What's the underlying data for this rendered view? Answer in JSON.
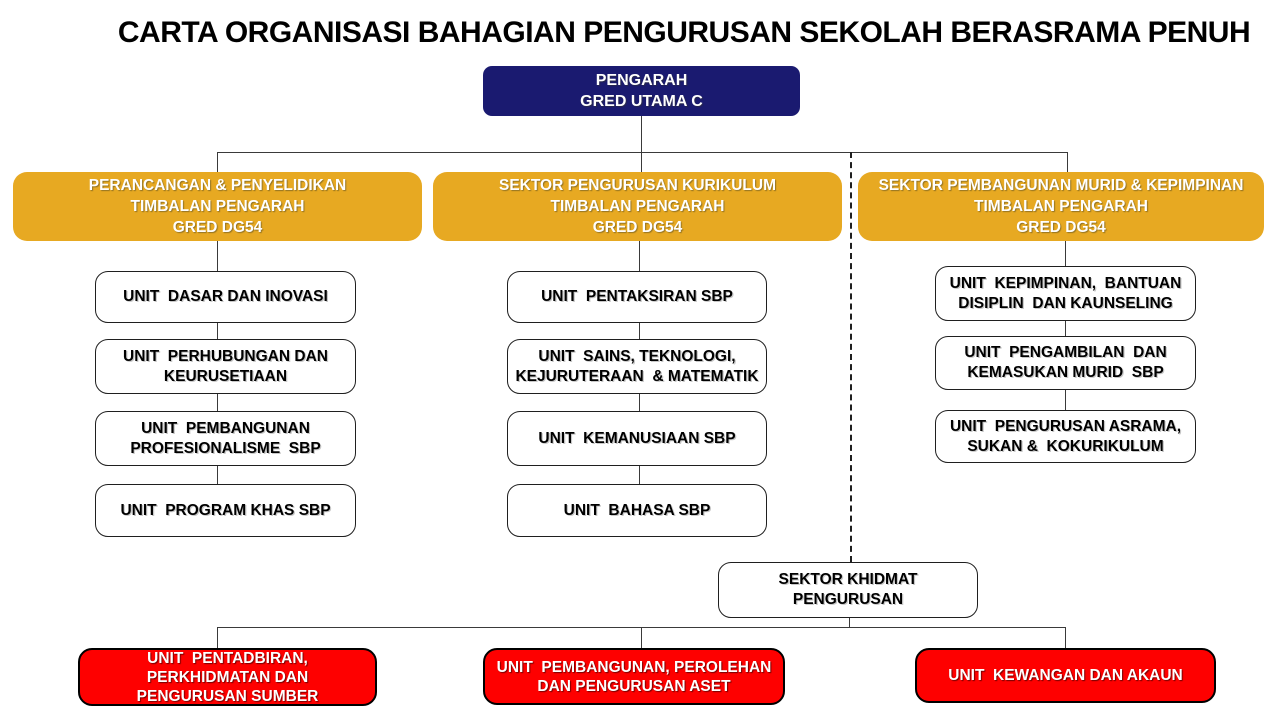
{
  "title": "CARTA ORGANISASI BAHAGIAN PENGURUSAN SEKOLAH BERASRAMA PENUH",
  "colors": {
    "director_navy": "#1A1A70",
    "sector_gold": "#E7A922",
    "unit_red": "#FE0000",
    "box_white": "#FFFFFF",
    "line": "#3A3A3A"
  },
  "director": {
    "lines": [
      "PENGARAH",
      "GRED UTAMA C"
    ]
  },
  "sectors": [
    {
      "lines": [
        "PERANCANGAN & PENYELIDIKAN",
        "TIMBALAN PENGARAH",
        "GRED DG54"
      ]
    },
    {
      "lines": [
        "SEKTOR PENGURUSAN KURIKULUM",
        "TIMBALAN PENGARAH",
        "GRED DG54"
      ]
    },
    {
      "lines": [
        "SEKTOR PEMBANGUNAN MURID & KEPIMPINAN",
        "TIMBALAN PENGARAH",
        "GRED DG54"
      ]
    }
  ],
  "units_col1": [
    {
      "lines": [
        "UNIT  DASAR DAN INOVASI",
        ""
      ]
    },
    {
      "lines": [
        "UNIT  PERHUBUNGAN DAN",
        "KEURUSETIAAN"
      ]
    },
    {
      "lines": [
        "UNIT  PEMBANGUNAN",
        "PROFESIONALISME  SBP"
      ]
    },
    {
      "lines": [
        "UNIT  PROGRAM KHAS SBP",
        ""
      ]
    }
  ],
  "units_col2": [
    {
      "lines": [
        "UNIT  PENTAKSIRAN SBP",
        ""
      ]
    },
    {
      "lines": [
        "UNIT  SAINS, TEKNOLOGI,",
        "KEJURUTERAAN  & MATEMATIK"
      ]
    },
    {
      "lines": [
        "UNIT  KEMANUSIAAN SBP",
        ""
      ]
    },
    {
      "lines": [
        "UNIT  BAHASA SBP",
        ""
      ]
    }
  ],
  "units_col3": [
    {
      "lines": [
        "UNIT  KEPIMPINAN,  BANTUAN",
        "DISIPLIN  DAN KAUNSELING"
      ]
    },
    {
      "lines": [
        "UNIT  PENGAMBILAN  DAN",
        "KEMASUKAN MURID  SBP"
      ]
    },
    {
      "lines": [
        "UNIT  PENGURUSAN ASRAMA,",
        "SUKAN &  KOKURIKULUM"
      ]
    }
  ],
  "khidmat": {
    "lines": [
      "SEKTOR KHIDMAT",
      "PENGURUSAN"
    ]
  },
  "bottom_units": [
    {
      "lines": [
        "UNIT  PENTADBIRAN,",
        "PERKHIDMATAN DAN",
        "PENGURUSAN SUMBER"
      ]
    },
    {
      "lines": [
        "UNIT  PEMBANGUNAN, PEROLEHAN",
        "DAN PENGURUSAN ASET",
        ""
      ]
    },
    {
      "lines": [
        "UNIT  KEWANGAN DAN AKAUN",
        "",
        ""
      ]
    }
  ]
}
